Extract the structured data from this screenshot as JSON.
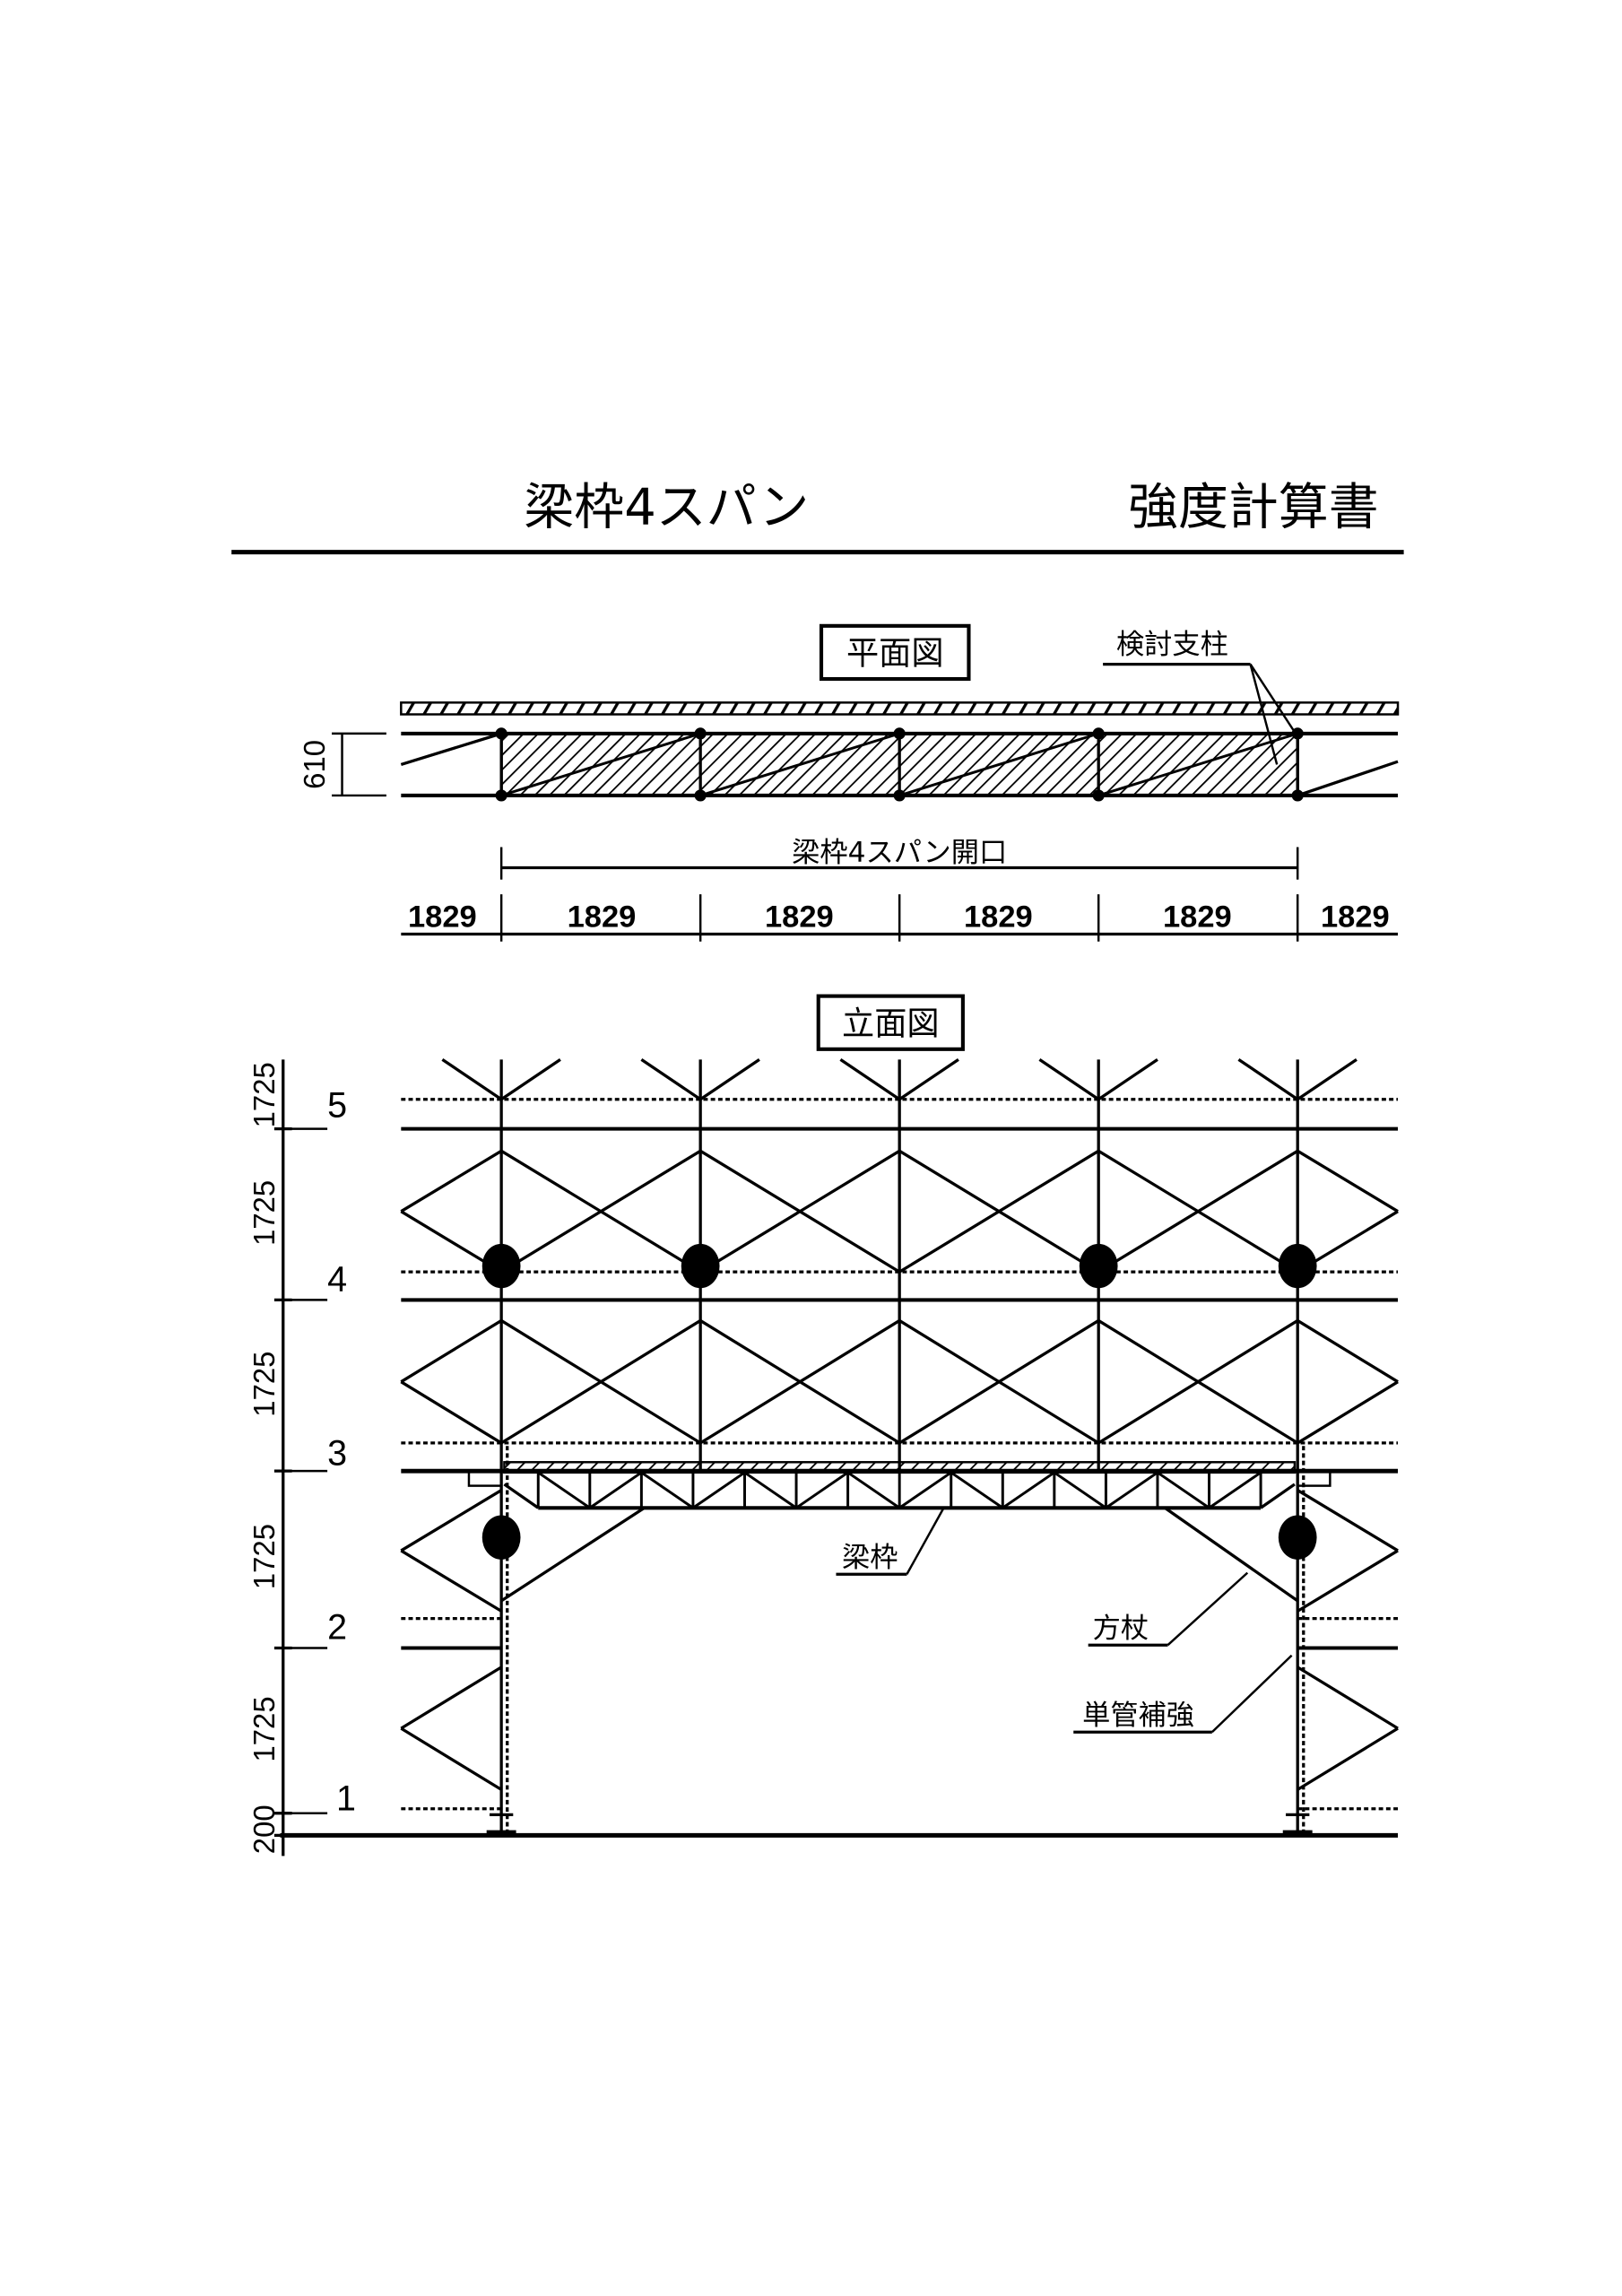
{
  "header": {
    "title_left": "梁枠4スパン",
    "title_right": "強度計算書"
  },
  "plan": {
    "label": "平面図",
    "post_label": "検討支柱",
    "width_dim": "610",
    "opening_label": "梁枠4スパン開口",
    "span_dims": [
      "1829",
      "1829",
      "1829",
      "1829",
      "1829",
      "1829"
    ]
  },
  "elevation": {
    "label": "立面図",
    "height_dims": [
      "1725",
      "1725",
      "1725",
      "1725",
      "1725",
      "200"
    ],
    "levels": [
      "5",
      "4",
      "3",
      "2",
      "1"
    ],
    "beam_label": "梁枠",
    "brace_label": "方杖",
    "reinforce_label": "単管補強"
  }
}
